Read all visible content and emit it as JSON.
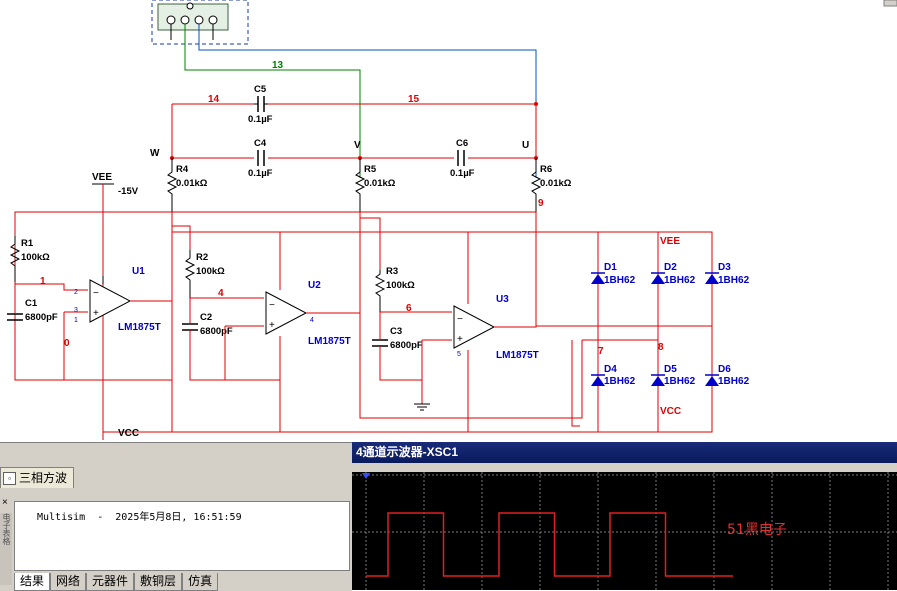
{
  "schematic": {
    "nets": [
      "13",
      "14",
      "15",
      "1",
      "4",
      "6",
      "0",
      "9",
      "7",
      "8"
    ],
    "nodes": {
      "w": "W",
      "v": "V",
      "u": "U"
    },
    "supplies": {
      "vee_top": "VEE",
      "vee_value": "-15V",
      "vee_right": "VEE",
      "vcc_bottom": "VCC",
      "vcc_right": "VCC"
    },
    "capacitors": [
      {
        "ref": "C5",
        "value": "0.1µF"
      },
      {
        "ref": "C4",
        "value": "0.1µF"
      },
      {
        "ref": "C6",
        "value": "0.1µF"
      },
      {
        "ref": "C1",
        "value": "6800pF"
      },
      {
        "ref": "C2",
        "value": "6800pF"
      },
      {
        "ref": "C3",
        "value": "6800pF"
      }
    ],
    "resistors": [
      {
        "ref": "R4",
        "value": "0.01kΩ"
      },
      {
        "ref": "R5",
        "value": "0.01kΩ"
      },
      {
        "ref": "R6",
        "value": "0.01kΩ"
      },
      {
        "ref": "R1",
        "value": "100kΩ"
      },
      {
        "ref": "R2",
        "value": "100kΩ"
      },
      {
        "ref": "R3",
        "value": "100kΩ"
      }
    ],
    "opamps": [
      {
        "ref": "U1",
        "part": "LM1875T"
      },
      {
        "ref": "U2",
        "part": "LM1875T"
      },
      {
        "ref": "U3",
        "part": "LM1875T"
      }
    ],
    "diodes": [
      {
        "ref": "D1",
        "part": "1BH62"
      },
      {
        "ref": "D2",
        "part": "1BH62"
      },
      {
        "ref": "D3",
        "part": "1BH62"
      },
      {
        "ref": "D4",
        "part": "1BH62"
      },
      {
        "ref": "D5",
        "part": "1BH62"
      },
      {
        "ref": "D6",
        "part": "1BH62"
      }
    ],
    "pins": [
      "2",
      "3",
      "1",
      "5",
      "4"
    ]
  },
  "results_panel": {
    "tab_label": "三相方波",
    "close_symbol": "×",
    "side_label": "电子表格",
    "log_line": "Multisim  -  2025年5月8日, 16:51:59",
    "tabs": [
      "结果",
      "网络",
      "元器件",
      "敷铜层",
      "仿真"
    ]
  },
  "scope": {
    "title": "4通道示波器-XSC1",
    "watermark": "51黑电子",
    "trace_color": "#e02020",
    "waveform": {
      "periods_visible": 3,
      "duty": 0.5
    }
  },
  "colors": {
    "wire_red": "#e00000",
    "wire_green": "#008000",
    "wire_blue": "#0050c8",
    "component_blue": "#0000cc",
    "scope_bg": "#000000"
  }
}
